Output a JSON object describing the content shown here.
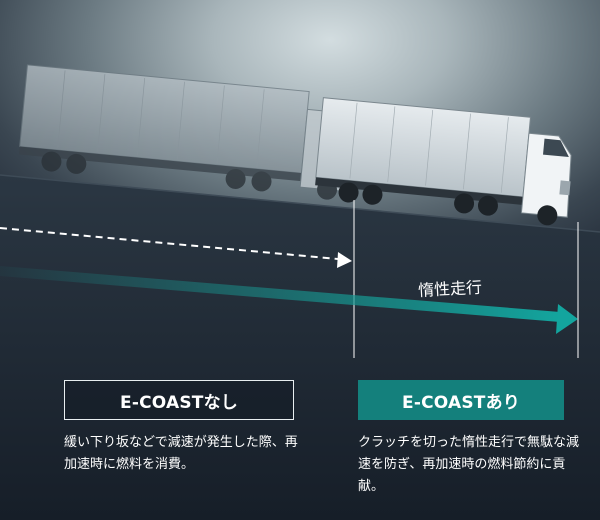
{
  "inertia_label": "惰性走行",
  "without": {
    "title": "E-COASTなし",
    "description": "緩い下り坂などで減速が発生した際、再加速時に燃料を消費。"
  },
  "with": {
    "title": "E-COASTあり",
    "description": "クラッチを切った惰性走行で無駄な減速を防ぎ、再加速時の燃料節約に貢献。"
  },
  "colors": {
    "accent": "#14807c",
    "road": "#1c2632",
    "text": "#ffffff"
  }
}
